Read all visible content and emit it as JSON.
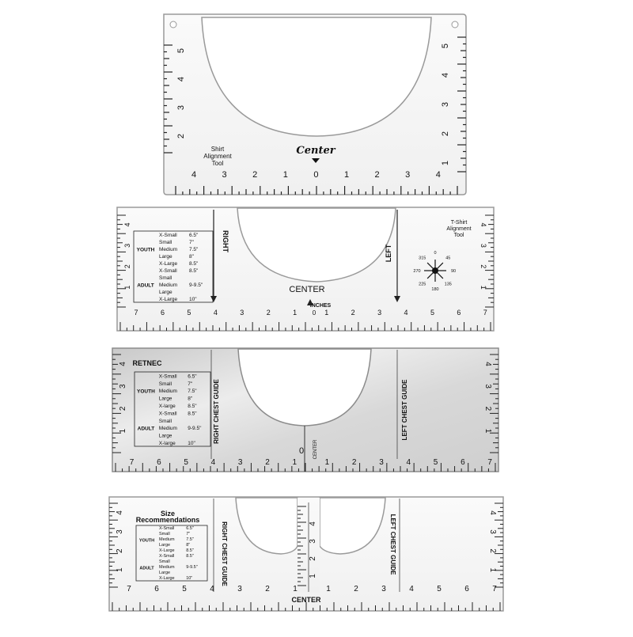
{
  "ruler1": {
    "label": [
      "Shirt",
      "Alignment",
      "Tool"
    ],
    "center": "Center",
    "bottom_numbers": [
      "4",
      "3",
      "2",
      "1",
      "0",
      "1",
      "2",
      "3",
      "4"
    ],
    "left_numbers": [
      "5",
      "4",
      "3",
      "2"
    ],
    "right_numbers": [
      "5",
      "4",
      "3",
      "2",
      "1"
    ]
  },
  "ruler2": {
    "right": "RIGHT",
    "left": "LEFT",
    "center": "CENTER",
    "inches": "INCHES",
    "zero": "0",
    "tool_label": [
      "T-Shirt",
      "Alignment",
      "Tool"
    ],
    "compass": [
      "0",
      "45",
      "90",
      "135",
      "180",
      "225",
      "270",
      "315"
    ],
    "side_numbers": [
      "4",
      "3",
      "2",
      "1"
    ],
    "bottom_numbers": [
      "7",
      "6",
      "5",
      "4",
      "3",
      "2",
      "1",
      "1",
      "2",
      "3",
      "4",
      "5",
      "6",
      "7"
    ],
    "youth": "YOUTH",
    "adult": "ADULT",
    "sizes": [
      {
        "size": "X-Small",
        "value": "6.5\""
      },
      {
        "size": "Small",
        "value": "7\""
      },
      {
        "size": "Medium",
        "value": "7.5\""
      },
      {
        "size": "Large",
        "value": "8\""
      },
      {
        "size": "X-Large",
        "value": "8.5\""
      },
      {
        "size": "X-Small",
        "value": "8.5\""
      },
      {
        "size": "Small",
        "value": ""
      },
      {
        "size": "Medium",
        "value": "9-9.5\""
      },
      {
        "size": "Large",
        "value": ""
      },
      {
        "size": "X-Large",
        "value": "10\""
      }
    ]
  },
  "ruler3": {
    "retnec": "RETNEC",
    "right_chest": "RIGHT CHEST GUIDE",
    "left_chest": "LEFT CHEST GUIDE",
    "center": "CENTER",
    "zero": "0",
    "youth": "YOUTH",
    "adult": "ADULT",
    "side_numbers": [
      "4",
      "3",
      "2",
      "1"
    ],
    "bottom_numbers": [
      "7",
      "6",
      "5",
      "4",
      "3",
      "2",
      "1",
      "1",
      "2",
      "3",
      "4",
      "5",
      "6",
      "7"
    ],
    "sizes": [
      {
        "size": "X-Small",
        "value": "6.5\""
      },
      {
        "size": "Small",
        "value": "7\""
      },
      {
        "size": "Medium",
        "value": "7.5\""
      },
      {
        "size": "Large",
        "value": "8\""
      },
      {
        "size": "X-large",
        "value": "8.5\""
      },
      {
        "size": "X-Small",
        "value": "8.5\""
      },
      {
        "size": "Small",
        "value": ""
      },
      {
        "size": "Medium",
        "value": "9-9.5\""
      },
      {
        "size": "Large",
        "value": ""
      },
      {
        "size": "X-large",
        "value": "10\""
      }
    ]
  },
  "ruler4": {
    "title": [
      "Size",
      "Recommendations"
    ],
    "right_chest": "RIGHT CHEST GUIDE",
    "left_chest": "LEFT CHEST GUIDE",
    "center": "CENTER",
    "youth": "YOUTH",
    "adult": "ADULT",
    "side_numbers": [
      "4",
      "3",
      "2",
      "1"
    ],
    "center_numbers": [
      "4",
      "3",
      "2",
      "1"
    ],
    "bottom_numbers": [
      "7",
      "6",
      "5",
      "4",
      "3",
      "2",
      "1",
      "1",
      "2",
      "3",
      "4",
      "5",
      "6",
      "7"
    ],
    "sizes": [
      {
        "size": "X-Small",
        "value": "6.5\""
      },
      {
        "size": "Small",
        "value": "7\""
      },
      {
        "size": "Medium",
        "value": "7.5\""
      },
      {
        "size": "Large",
        "value": "8\""
      },
      {
        "size": "X-Large",
        "value": "8.5\""
      },
      {
        "size": "X-Small",
        "value": "8.5\""
      },
      {
        "size": "Small",
        "value": ""
      },
      {
        "size": "Medium",
        "value": "9-9.5\""
      },
      {
        "size": "Large",
        "value": ""
      },
      {
        "size": "X-Large",
        "value": "10\""
      }
    ]
  },
  "colors": {
    "acrylic": "#f4f4f4",
    "edge": "#9a9a9a",
    "ink": "#111111",
    "metal": "#d4d4d4"
  }
}
